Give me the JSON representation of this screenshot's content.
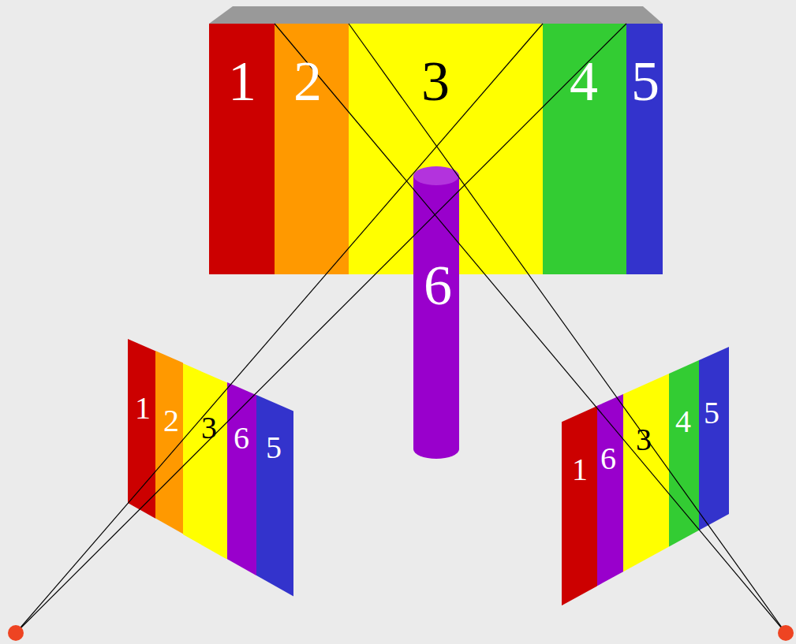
{
  "diagram": {
    "nodes": [
      {
        "text": [
          "1"
        ]
      },
      {
        "text": [
          "2"
        ]
      },
      {
        "text": [
          "3"
        ]
      },
      {
        "text": [
          "4"
        ]
      },
      {
        "text": [
          "5"
        ]
      },
      {
        "text": [
          "6"
        ]
      },
      {
        "text": [
          "1"
        ]
      },
      {
        "text": [
          "2"
        ]
      },
      {
        "text": [
          "3"
        ]
      },
      {
        "text": [
          "6"
        ]
      },
      {
        "text": [
          "5"
        ]
      },
      {
        "text": [
          "1"
        ]
      },
      {
        "text": [
          "6"
        ]
      },
      {
        "text": [
          "3"
        ]
      },
      {
        "text": [
          "4"
        ]
      },
      {
        "text": [
          "5"
        ]
      }
    ]
  }
}
